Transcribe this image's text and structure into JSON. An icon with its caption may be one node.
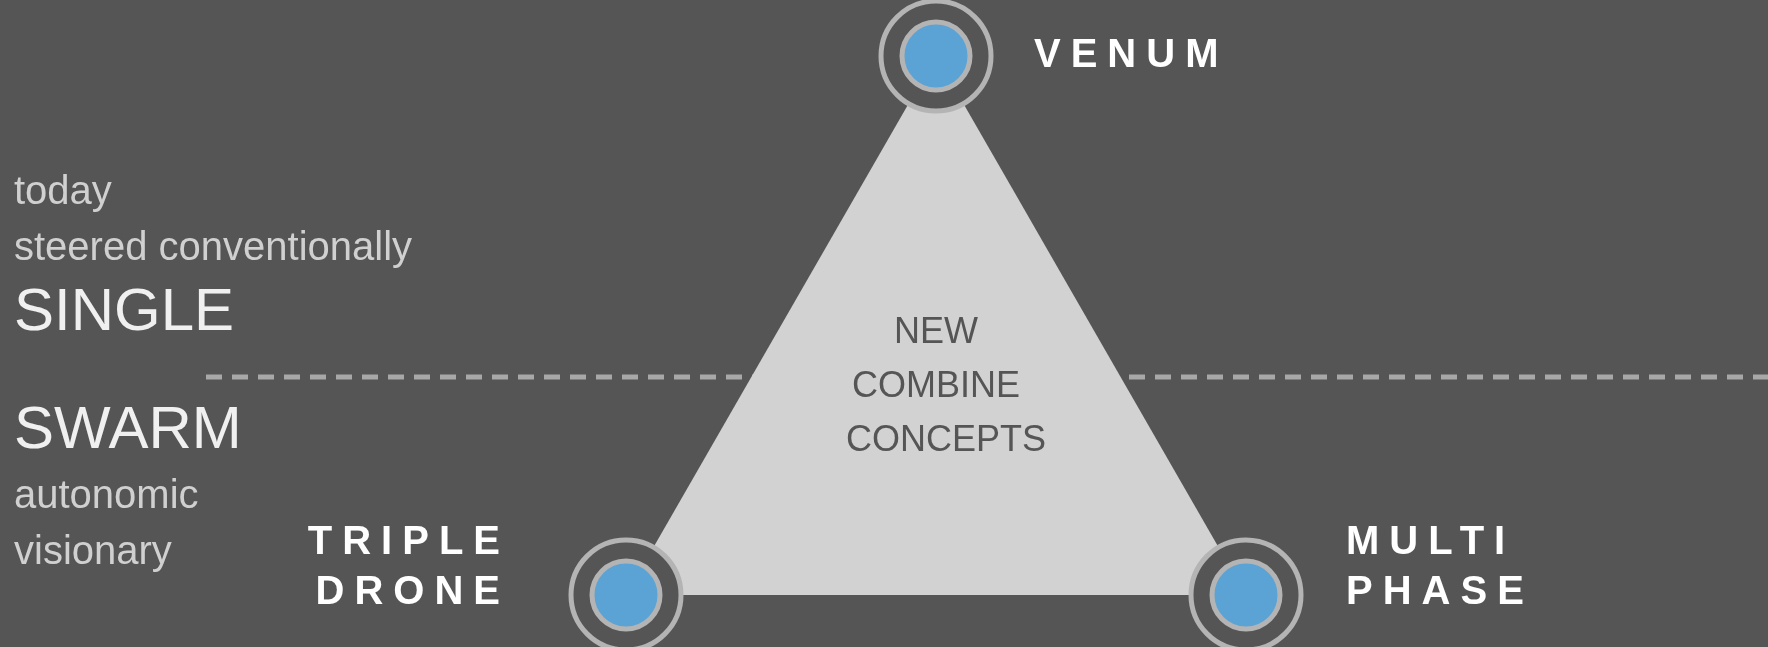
{
  "diagram": {
    "nodes": [
      {
        "text": [
          "NEW COMBINE CONCEPTS"
        ]
      },
      {
        "text": [
          "VENUM"
        ]
      },
      {
        "text": [
          "TRIPLE DRONE"
        ]
      },
      {
        "text": [
          "MULTI PHASE"
        ]
      }
    ],
    "labels": [
      "today",
      "steered conventionally",
      "SINGLE",
      "SWARM",
      "autonomic",
      "visionary"
    ]
  }
}
